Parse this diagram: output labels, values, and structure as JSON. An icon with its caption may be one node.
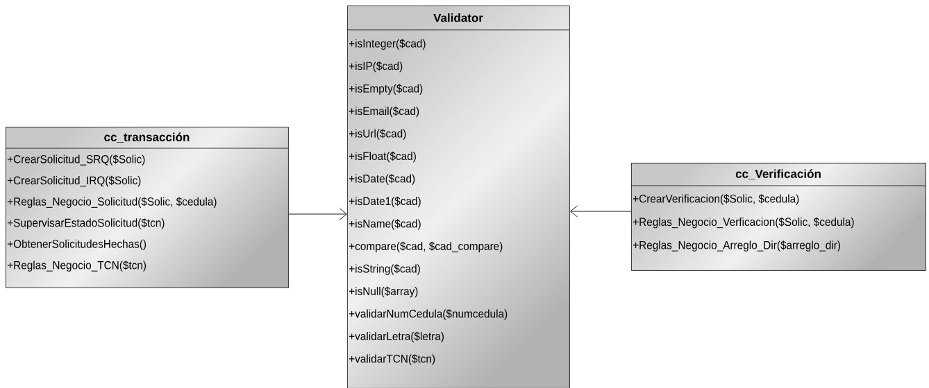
{
  "diagram": {
    "nodes": [
      {
        "text": [
          "cc_transacción",
          "+CrearSolicitud_SRQ($Solic)",
          "+CrearSolicitud_IRQ($Solic)",
          "+Reglas_Negocio_Solicitud($Solic, $cedula)",
          "+SupervisarEstadoSolicitud($tcn)",
          "+ObtenerSolicitudesHechas()",
          "+Reglas_Negocio_TCN($tcn)"
        ]
      },
      {
        "text": [
          "Validator",
          "+isInteger($cad)",
          "+isIP($cad)",
          "+isEmpty($cad)",
          "+isEmail($cad)",
          "+isUrl($cad)",
          "+isFloat($cad)",
          "+isDate($cad)",
          "+isDate1($cad)",
          "+isName($cad)",
          "+compare($cad, $cad_compare)",
          "+isString($cad)",
          "+isNull($array)",
          "+validarNumCedula($numcedula)",
          "+validarLetra($letra)",
          "+validarTCN($tcn)"
        ]
      },
      {
        "text": [
          "cc_Verificación",
          "+CrearVerificacion($Solic, $cedula)",
          "+Reglas_Negocio_Verficacion($Solic, $cedula)",
          "+Reglas_Negocio_Arreglo_Dir($arreglo_dir)"
        ]
      }
    ],
    "edges": [
      {
        "from": 0,
        "to": 1,
        "arrow": "to"
      },
      {
        "from": 2,
        "to": 1,
        "arrow": "to"
      }
    ]
  }
}
